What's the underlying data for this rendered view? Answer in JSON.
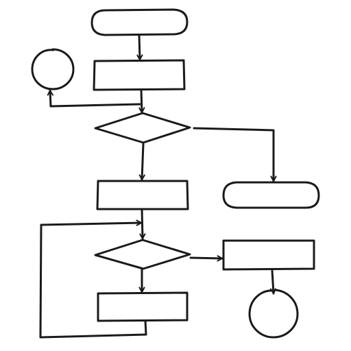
{
  "diagram": {
    "style": "hand-drawn flowchart sketch",
    "colors": {
      "ink": "#1a1a1a",
      "background": "#ffffff"
    },
    "nodes": [
      {
        "id": "start-terminal",
        "shape": "rounded-rect",
        "label": ""
      },
      {
        "id": "process-1",
        "shape": "rectangle",
        "label": ""
      },
      {
        "id": "connector-left",
        "shape": "circle",
        "label": ""
      },
      {
        "id": "decision-1",
        "shape": "diamond",
        "label": ""
      },
      {
        "id": "process-2",
        "shape": "rectangle",
        "label": ""
      },
      {
        "id": "end-terminal",
        "shape": "rounded-rect",
        "label": ""
      },
      {
        "id": "decision-2",
        "shape": "diamond",
        "label": ""
      },
      {
        "id": "process-3",
        "shape": "rectangle",
        "label": ""
      },
      {
        "id": "process-4",
        "shape": "rectangle",
        "label": ""
      },
      {
        "id": "connector-bottom",
        "shape": "circle",
        "label": ""
      }
    ],
    "edges": [
      {
        "from": "start-terminal",
        "to": "process-1",
        "arrow": true
      },
      {
        "from": "process-1",
        "to": "decision-1",
        "arrow": true
      },
      {
        "from": "decision-1",
        "to": "connector-left",
        "arrow": true
      },
      {
        "from": "decision-1",
        "to": "process-2",
        "arrow": true
      },
      {
        "from": "decision-1",
        "to": "end-terminal",
        "arrow": true
      },
      {
        "from": "process-2",
        "to": "decision-2",
        "arrow": true
      },
      {
        "from": "decision-2",
        "to": "process-4",
        "arrow": true
      },
      {
        "from": "decision-2",
        "to": "process-3",
        "arrow": true
      },
      {
        "from": "process-3",
        "to": "connector-bottom",
        "arrow": true
      },
      {
        "from": "process-4",
        "to": "decision-2",
        "arrow": true,
        "loop": true
      }
    ]
  }
}
